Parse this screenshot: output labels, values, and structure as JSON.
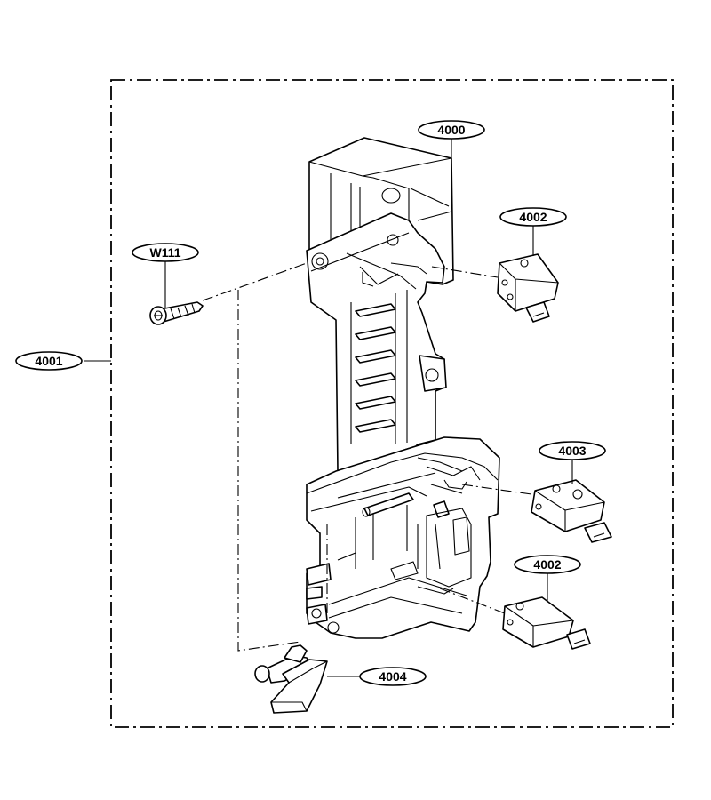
{
  "callouts": {
    "c4000": "4000",
    "c4001": "4001",
    "c4002a": "4002",
    "c4002b": "4002",
    "c4003": "4003",
    "c4004": "4004",
    "cW111": "W111"
  }
}
